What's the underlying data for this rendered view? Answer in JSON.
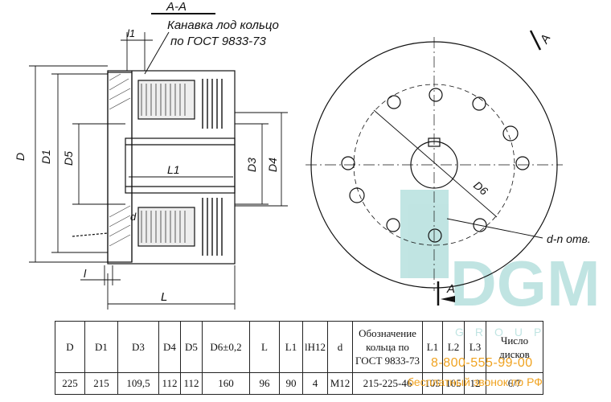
{
  "section": {
    "mark": "A-A",
    "view_mark": "A",
    "arrow_mark": "A"
  },
  "callout": {
    "line1": "Канавка лод кольцо",
    "line2": "по ГОСТ 9833-73"
  },
  "dims": {
    "l1": "l1",
    "D": "D",
    "D1": "D1",
    "D5": "D5",
    "L1": "L1",
    "D3": "D3",
    "D4": "D4",
    "D6": "D6",
    "d": "d",
    "l": "l",
    "L": "L",
    "holes": "d-n отв."
  },
  "table": {
    "headers": [
      "D",
      "D1",
      "D3",
      "D4",
      "D5",
      "D6±0,2",
      "L",
      "L1",
      "lH12",
      "d",
      "Обозначение кольца по ГОСТ 9833-73",
      "L1",
      "L2",
      "L3",
      "Число дисков"
    ],
    "row": [
      "225",
      "215",
      "109,5",
      "112",
      "112",
      "160",
      "96",
      "90",
      "4",
      "M12",
      "215-225-46",
      "105",
      "105",
      "12",
      "6/7"
    ]
  },
  "watermark": {
    "brand": "DGM",
    "sub": "GROUP",
    "phone": "8-800-555-99-00",
    "call": "бесплатный звонок по РФ"
  },
  "colors": {
    "line": "#111111",
    "watermark": "#8ecfcc",
    "accent": "#f0a321"
  }
}
